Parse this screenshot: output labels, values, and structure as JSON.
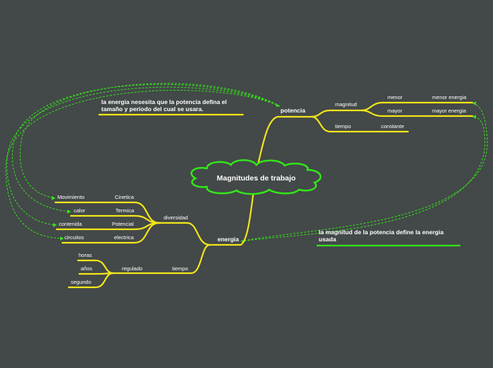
{
  "colors": {
    "background": "#434848",
    "branch": "#f2e61a",
    "accent": "#33e61a",
    "text": "#ffffff"
  },
  "central": {
    "title": "Magnitudes de trabajo"
  },
  "potencia": {
    "label": "potencia",
    "magnitud": {
      "label": "magnitud",
      "menor": {
        "label": "menor",
        "child": "menor energia"
      },
      "mayor": {
        "label": "mayor",
        "child": "mayor energia"
      }
    },
    "tiempo": {
      "label": "tiempo",
      "child": "constante"
    }
  },
  "energia": {
    "label": "energia",
    "diversidad": {
      "label": "diversidad",
      "items": [
        {
          "type": "Cinetica",
          "leaf": "Movimiento"
        },
        {
          "type": "Termica",
          "leaf": "calor"
        },
        {
          "type": "Potencial",
          "leaf": "contenida"
        },
        {
          "type": "electrica",
          "leaf": "circuitos"
        }
      ]
    },
    "tiempo": {
      "label": "tiempo",
      "regulado": {
        "label": "regulado",
        "units": [
          "horas",
          "años",
          "segundo"
        ]
      }
    }
  },
  "notes": {
    "top": "la energia nesesita que la potencia defina el tamaño y periodo del cual se usara.",
    "bottom": "la magnitud de la potencia define la energia usada"
  }
}
